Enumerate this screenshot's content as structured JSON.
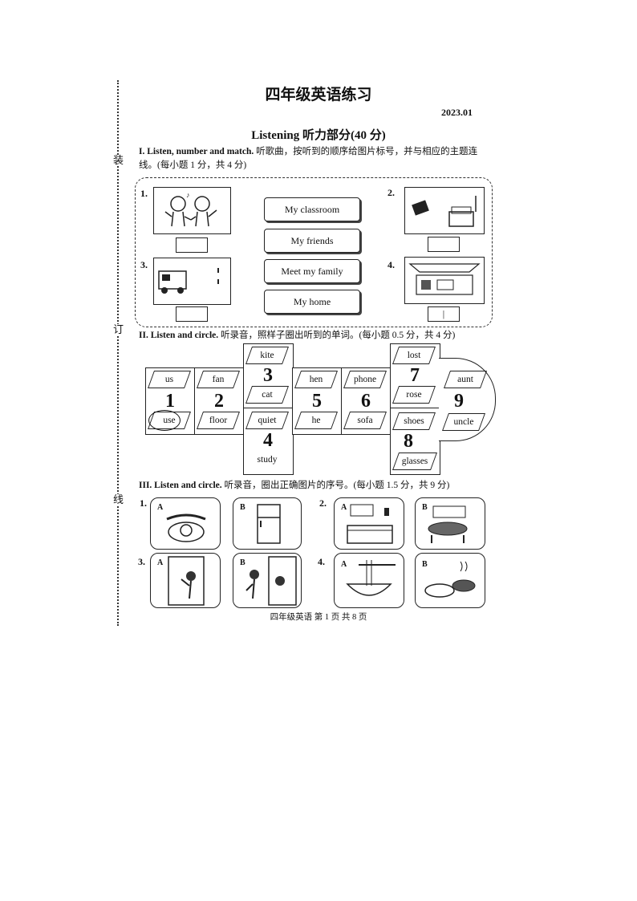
{
  "binding_margin": {
    "chars": [
      "装",
      "订",
      "线"
    ]
  },
  "header": {
    "title": "四年级英语练习",
    "date": "2023.01",
    "section_title": "Listening  听力部分(40 分)"
  },
  "part1": {
    "heading_en": "I. Listen, number and match.",
    "heading_cn": " 听歌曲，按听到的顺序给图片标号，并与相应的主题连",
    "heading_cn2": "线。(每小题 1 分，共 4 分)",
    "pictures": [
      {
        "num": "1.",
        "icon": "two-girls-singing-icon"
      },
      {
        "num": "2.",
        "icon": "sofa-room-icon"
      },
      {
        "num": "3.",
        "icon": "school-bus-icon"
      },
      {
        "num": "4.",
        "icon": "kitchen-room-icon"
      }
    ],
    "answer_mark": "|",
    "topics": [
      "My classroom",
      "My friends",
      "Meet my family",
      "My home"
    ]
  },
  "part2": {
    "heading_en": "II. Listen and circle.",
    "heading_cn": " 听录音，照样子圈出听到的单词。(每小题 0.5 分，共 4 分)",
    "columns": [
      {
        "number": "1",
        "top": "us",
        "bottom": "use",
        "circled": true
      },
      {
        "number": "2",
        "top": "fan",
        "bottom": "floor"
      },
      {
        "number": "3",
        "top": "kite",
        "bottom": "cat"
      },
      {
        "number": "4",
        "top": "quiet",
        "bottom": "study"
      },
      {
        "number": "5",
        "top": "hen",
        "bottom": "he"
      },
      {
        "number": "6",
        "top": "phone",
        "bottom": "sofa"
      },
      {
        "number": "7",
        "top": "lost",
        "bottom": "rose"
      },
      {
        "number": "8",
        "top": "shoes",
        "bottom": "glasses"
      },
      {
        "number": "9",
        "top": "aunt",
        "bottom": "uncle"
      }
    ]
  },
  "part3": {
    "heading_en": "III. Listen and circle.",
    "heading_cn": " 听录音，圈出正确图片的序号。(每小题 1.5 分，共 9 分)",
    "items": [
      {
        "num": "1.",
        "a_icon": "telephone-icon",
        "b_icon": "fridge-icon"
      },
      {
        "num": "2.",
        "a_icon": "kitchen-icon",
        "b_icon": "dining-table-icon"
      },
      {
        "num": "3.",
        "a_icon": "girl-cleaning-window-icon",
        "b_icon": "girl-at-door-icon"
      },
      {
        "num": "4.",
        "a_icon": "noodles-bowl-icon",
        "b_icon": "dumplings-plate-icon"
      }
    ],
    "label_a": "A",
    "label_b": "B"
  },
  "footer": {
    "text": "四年级英语   第 1 页  共 8 页"
  }
}
